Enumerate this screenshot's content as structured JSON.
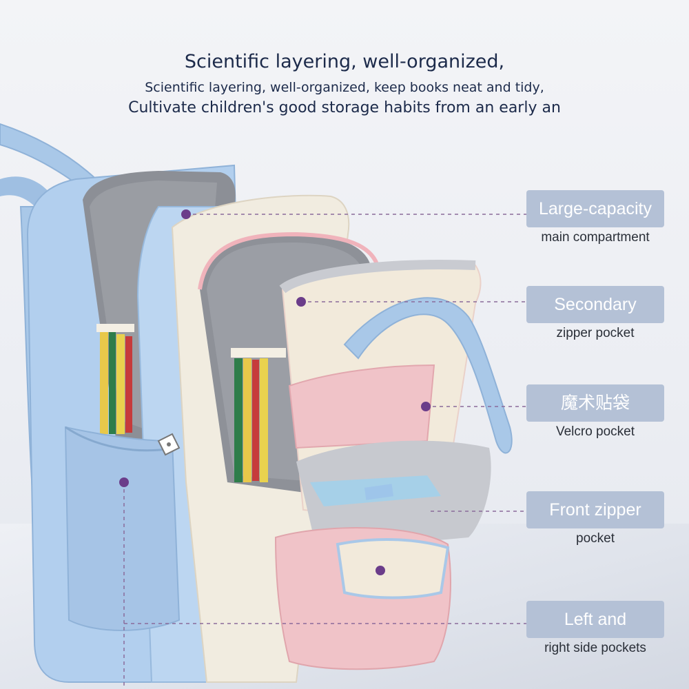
{
  "headline": {
    "line1": "Scientific layering, well-organized,",
    "line2": "Scientific layering, well-organized, keep books neat and tidy,",
    "line3": "Cultivate children's good storage habits from an early an"
  },
  "callouts": [
    {
      "title": "Large-capacity",
      "subtitle": "main compartment"
    },
    {
      "title": "Secondary",
      "subtitle": "zipper pocket"
    },
    {
      "title": "魔术贴袋",
      "subtitle": "Velcro pocket"
    },
    {
      "title": "Front zipper",
      "subtitle": "pocket"
    },
    {
      "title": "Left and",
      "subtitle": "right side pockets"
    }
  ],
  "colors": {
    "backpack_blue": "#a9c8e8",
    "backpack_cream": "#f1ece0",
    "backpack_pink": "#f0c3c8",
    "lining_gray": "#8c8f96",
    "marker_purple": "#6b3d8a",
    "callout_fill": "#b4c1d6",
    "headline_navy": "#1c2a4a"
  },
  "icons": [
    "marker-dot-icon",
    "zipper-pull-icon"
  ]
}
